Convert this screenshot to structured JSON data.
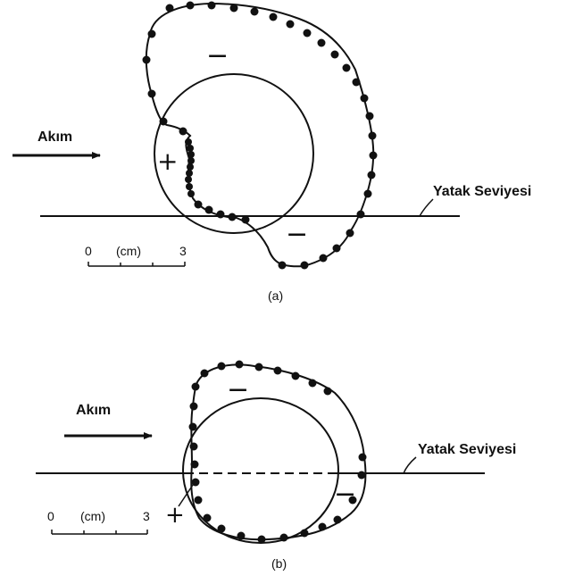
{
  "colors": {
    "ink": "#111111",
    "background": "#ffffff"
  },
  "panel_a": {
    "flow_label": "Akım",
    "bed_label": "Yatak Seviyesi",
    "sign_top": "−",
    "sign_left": "+",
    "sign_bottom": "−",
    "scale": {
      "start": "0",
      "unit": "(cm)",
      "end": "3"
    },
    "caption": "(a)"
  },
  "panel_b": {
    "flow_label": "Akım",
    "bed_label": "Yatak Seviyesi",
    "sign_top": "−",
    "sign_left": "+",
    "sign_right": "−",
    "scale": {
      "start": "0",
      "unit": "(cm)",
      "end": "3"
    },
    "caption": "(b)"
  }
}
